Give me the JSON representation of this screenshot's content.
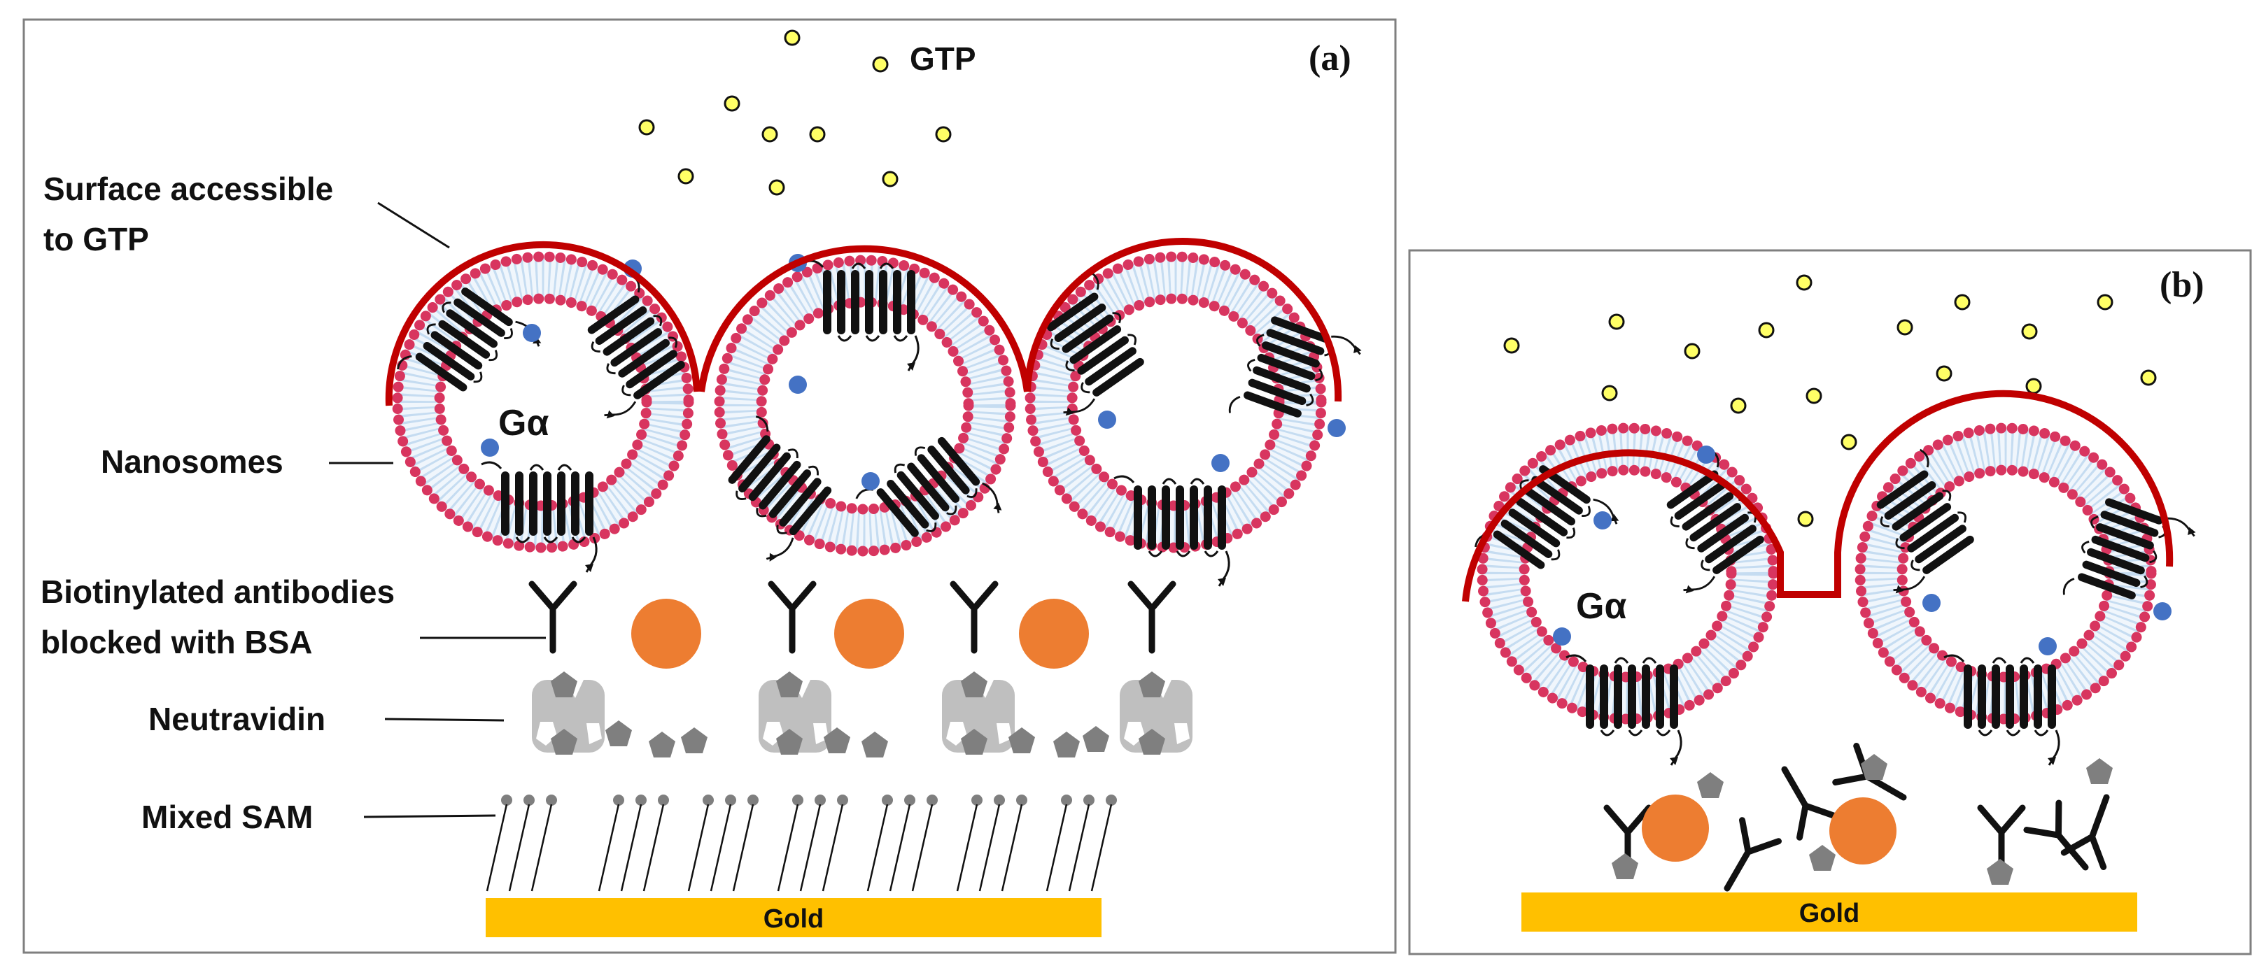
{
  "panels": {
    "a": {
      "letter": "(a)",
      "labels": {
        "gtp": "GTP",
        "surface_line1": "Surface accessible",
        "surface_line2": "to GTP",
        "galpha": "Gα",
        "nanosomes": "Nanosomes",
        "antibodies_line1": "Biotinylated antibodies",
        "antibodies_line2": "blocked with BSA",
        "neutravidin": "Neutravidin",
        "sam": "Mixed SAM",
        "gold": "Gold"
      }
    },
    "b": {
      "letter": "(b)",
      "labels": {
        "galpha": "Gα",
        "gold": "Gold"
      }
    }
  },
  "colors": {
    "gold": "#FFC000",
    "surface_arc": "#C00000",
    "lipid_head": "#D8355F",
    "lipid_tail": "#BDD7EE",
    "galpha_dot": "#4472C4",
    "gtp_dot": "#FFFF66",
    "bsa": "#ED7D31",
    "neutravidin": "#BFBFBF",
    "protein": "#111111"
  },
  "icons": [
    "gtp-molecule-dot",
    "nanosome-vesicle",
    "gpcr-receptor",
    "y-antibody",
    "bsa-sphere",
    "neutravidin-block",
    "biotin-pentagon",
    "sam-thiol-chain",
    "gold-substrate"
  ]
}
